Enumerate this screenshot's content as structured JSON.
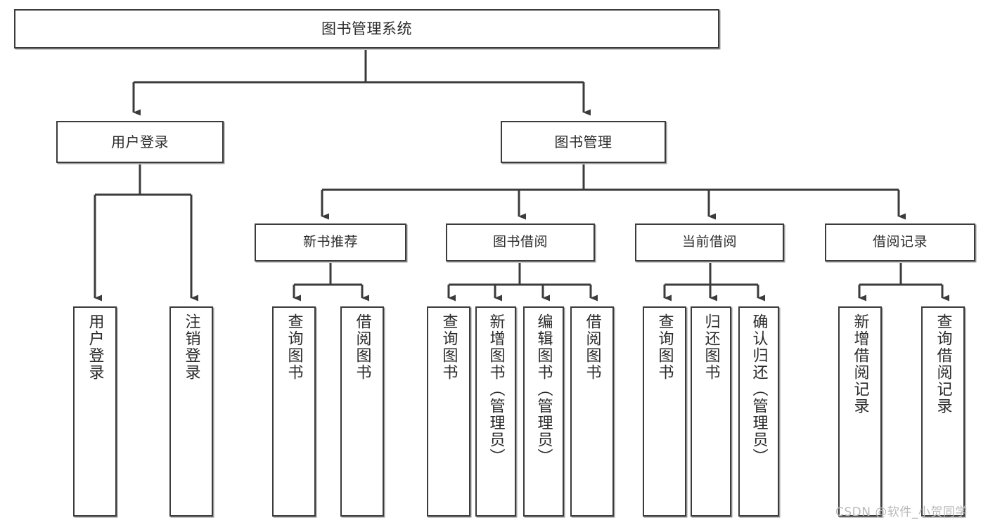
{
  "diagram": {
    "title": "图书管理系统",
    "type": "functional-decomposition-tree",
    "watermark": "CSDN @软件_小贺同学",
    "colors": {
      "background": "#ffffff",
      "border": "#3b3b3b",
      "text": "#2b2b2b",
      "connector": "#3b3b3b",
      "watermark": "#b9b9b9"
    }
  },
  "nodes": {
    "root": {
      "label": "图书管理系统"
    },
    "level2": [
      {
        "id": "user-login",
        "label": "用户登录"
      },
      {
        "id": "book-manage",
        "label": "图书管理"
      }
    ],
    "level3": [
      {
        "id": "new-book-recommend",
        "label": "新书推荐"
      },
      {
        "id": "book-borrow",
        "label": "图书借阅"
      },
      {
        "id": "current-borrow",
        "label": "当前借阅"
      },
      {
        "id": "borrow-record",
        "label": "借阅记录"
      }
    ],
    "leaves": [
      {
        "id": "leaf-user-login",
        "label": "用户登录",
        "parent": "user-login"
      },
      {
        "id": "leaf-logout-login",
        "label": "注销登录",
        "parent": "user-login"
      },
      {
        "id": "leaf-query-book-1",
        "label": "查询图书",
        "parent": "new-book-recommend"
      },
      {
        "id": "leaf-borrow-book-1",
        "label": "借阅图书",
        "parent": "new-book-recommend"
      },
      {
        "id": "leaf-query-book-2",
        "label": "查询图书",
        "parent": "book-borrow"
      },
      {
        "id": "leaf-add-book",
        "label": "新增图书（管理员）",
        "parent": "book-borrow"
      },
      {
        "id": "leaf-edit-book",
        "label": "编辑图书（管理员）",
        "parent": "book-borrow"
      },
      {
        "id": "leaf-borrow-book-2",
        "label": "借阅图书",
        "parent": "book-borrow"
      },
      {
        "id": "leaf-query-book-3",
        "label": "查询图书",
        "parent": "current-borrow"
      },
      {
        "id": "leaf-return-book",
        "label": "归还图书",
        "parent": "current-borrow"
      },
      {
        "id": "leaf-confirm-return",
        "label": "确认归还（管理员）",
        "parent": "current-borrow"
      },
      {
        "id": "leaf-add-record",
        "label": "新增借阅记录",
        "parent": "borrow-record"
      },
      {
        "id": "leaf-query-record",
        "label": "查询借阅记录",
        "parent": "borrow-record"
      }
    ]
  }
}
